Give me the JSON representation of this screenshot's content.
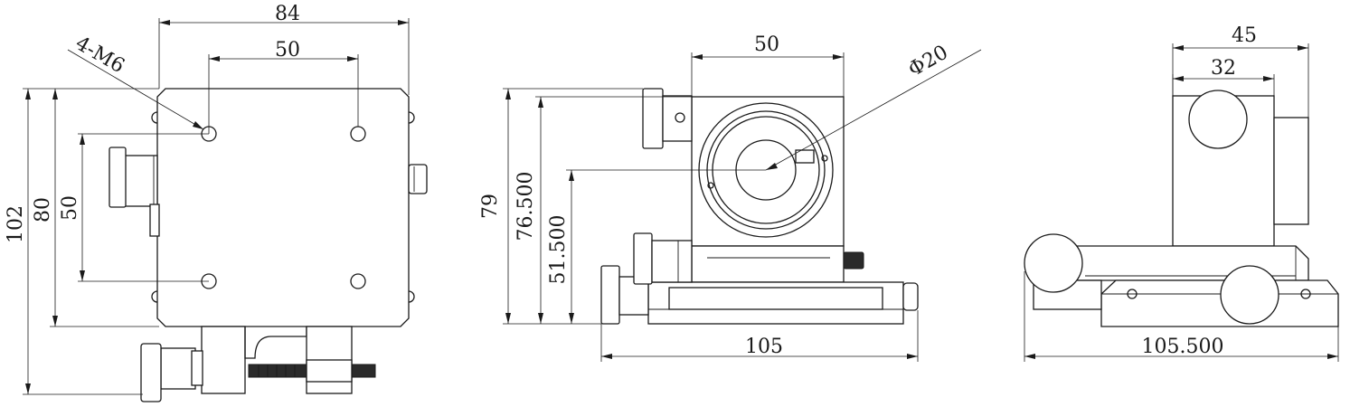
{
  "views": {
    "top": {
      "dim_width_overall": "84",
      "dim_hole_spacing_x": "50",
      "hole_callout": "4-M6",
      "dim_height_overall": "102",
      "dim_plate_height": "80",
      "dim_hole_spacing_y": "50"
    },
    "front": {
      "dim_block_width": "50",
      "aperture_callout": "Φ20",
      "dim_total_height": "79",
      "dim_block_top": "76.500",
      "dim_center_height": "51.500",
      "dim_base_width": "105"
    },
    "side": {
      "dim_outer_width": "45",
      "dim_inner_width": "32",
      "dim_base_width": "105.500"
    }
  }
}
